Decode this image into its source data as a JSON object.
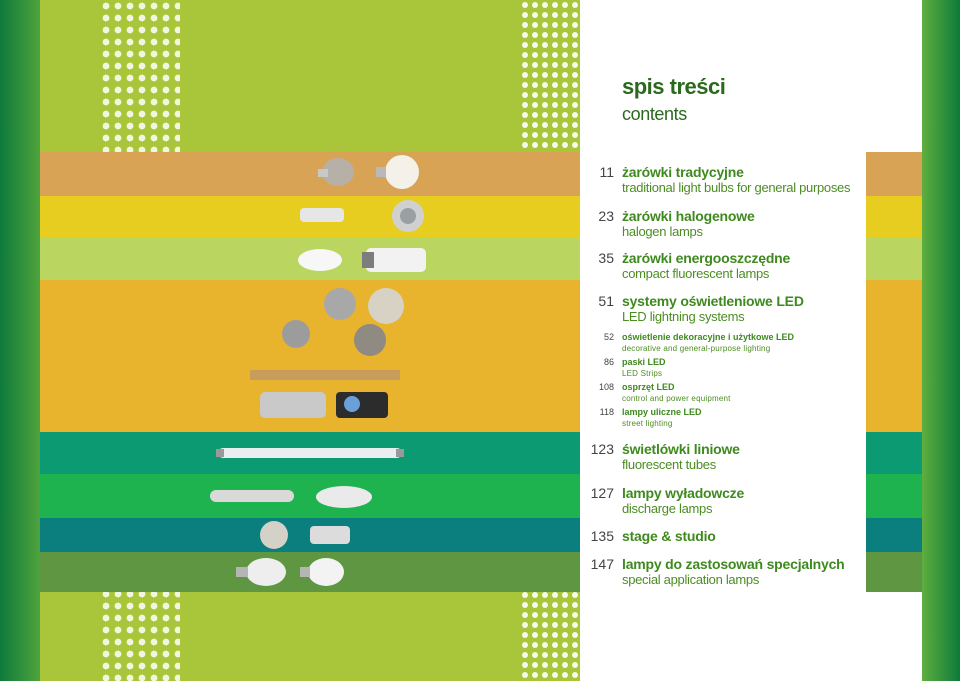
{
  "heading": {
    "pl": "spis treści",
    "en": "contents"
  },
  "entries": [
    {
      "page": "11",
      "pl": "żarówki tradycyjne",
      "en": "traditional light bulbs for general purposes"
    },
    {
      "page": "23",
      "pl": "żarówki halogenowe",
      "en": "halogen lamps"
    },
    {
      "page": "35",
      "pl": "żarówki energooszczędne",
      "en": "compact fluorescent lamps"
    },
    {
      "page": "51",
      "pl": "systemy oświetleniowe LED",
      "en": "LED lightning systems"
    },
    {
      "page": "123",
      "pl": "świetlówki liniowe",
      "en": "fluorescent tubes"
    },
    {
      "page": "127",
      "pl": "lampy wyładowcze",
      "en": "discharge lamps"
    },
    {
      "page": "135",
      "pl": "stage & studio",
      "en": ""
    },
    {
      "page": "147",
      "pl": "lampy do zastosowań specjalnych",
      "en": "special application lamps"
    }
  ],
  "sub_entries": [
    {
      "page": "52",
      "pl": "oświetlenie dekoracyjne i użytkowe LED",
      "en": "decorative and general-purpose lighting"
    },
    {
      "page": "86",
      "pl": "paski LED",
      "en": "LED Strips"
    },
    {
      "page": "108",
      "pl": "osprzęt LED",
      "en": "control and power equipment"
    },
    {
      "page": "118",
      "pl": "lampy uliczne LED",
      "en": "street lighting"
    }
  ],
  "colors": {
    "incandescent": "#d9a356",
    "halogen": "#e7cd1f",
    "cfl": "#bad660",
    "led": "#e8b42d",
    "fluorescent": "#0c9a73",
    "discharge": "#1eb34e",
    "stage": "#0a7f7d",
    "special": "#5f9642",
    "panel": "#a9c53a"
  }
}
